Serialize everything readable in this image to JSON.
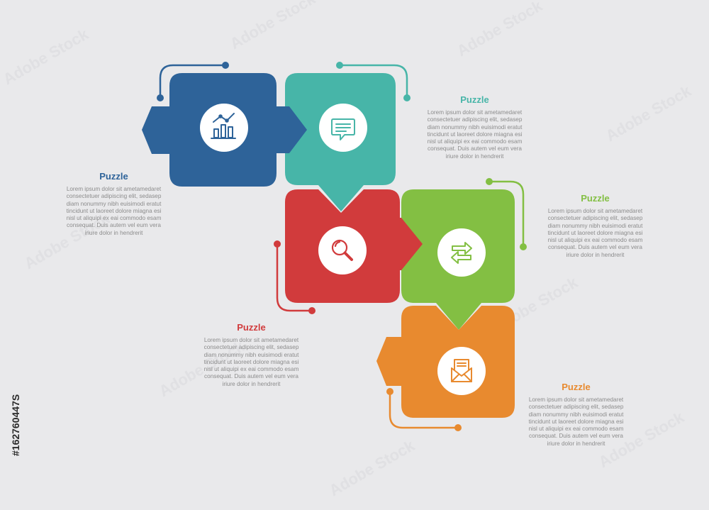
{
  "stock_id": "#162760447S",
  "watermark": "Adobe Stock",
  "colors": {
    "background": "#e9e9eb",
    "blue": "#2e6399",
    "teal": "#47b5a8",
    "red": "#d13b3c",
    "green": "#83bf43",
    "orange": "#e88a2f",
    "body_text": "#8c8c8c"
  },
  "steps": [
    {
      "id": "blue",
      "icon": "bar-chart-icon",
      "title": "Puzzle",
      "text": "Lorem ipsum dolor sit ametamedaret\nconsectetuer adipiscing elit, sedasep\ndiam nonummy nibh euisimodi eratut\ntincidunt ut laoreet dolore miagna esi\nnisl ut aliquipi ex eai commodo esam\nconsequat. Duis autem vel eum vera\niriure dolor in hendrerit"
    },
    {
      "id": "teal",
      "icon": "chat-message-icon",
      "title": "Puzzle",
      "text": "Lorem ipsum dolor sit ametamedaret\nconsectetuer adipiscing elit, sedasep\ndiam nonummy nibh euisimodi eratut\ntincidunt ut laoreet dolore miagna esi\nnisl ut aliquipi ex eai commodo esam\nconsequat. Duis autem vel eum vera\niriure dolor in hendrerit"
    },
    {
      "id": "red",
      "icon": "magnifier-icon",
      "title": "Puzzle",
      "text": "Lorem ipsum dolor sit ametamedaret\nconsectetuer adipiscing elit, sedasep\ndiam nonummy nibh euisimodi eratut\ntincidunt ut laoreet dolore miagna esi\nnisl ut aliquipi ex eai commodo esam\nconsequat. Duis autem vel eum vera\niriure dolor in hendrerit"
    },
    {
      "id": "green",
      "icon": "exchange-arrows-icon",
      "title": "Puzzle",
      "text": "Lorem ipsum dolor sit ametamedaret\nconsectetuer adipiscing elit, sedasep\ndiam nonummy nibh euisimodi eratut\ntincidunt ut laoreet dolore miagna esi\nnisl ut aliquipi ex eai commodo esam\nconsequat. Duis autem vel eum vera\niriure dolor in hendrerit"
    },
    {
      "id": "orange",
      "icon": "mail-letter-icon",
      "title": "Puzzle",
      "text": "Lorem ipsum dolor sit ametamedaret\nconsectetuer adipiscing elit, sedasep\ndiam nonummy nibh euisimodi eratut\ntincidunt ut laoreet dolore miagna esi\nnisl ut aliquipi ex eai commodo esam\nconsequat. Duis autem vel eum vera\niriure dolor in hendrerit"
    }
  ]
}
